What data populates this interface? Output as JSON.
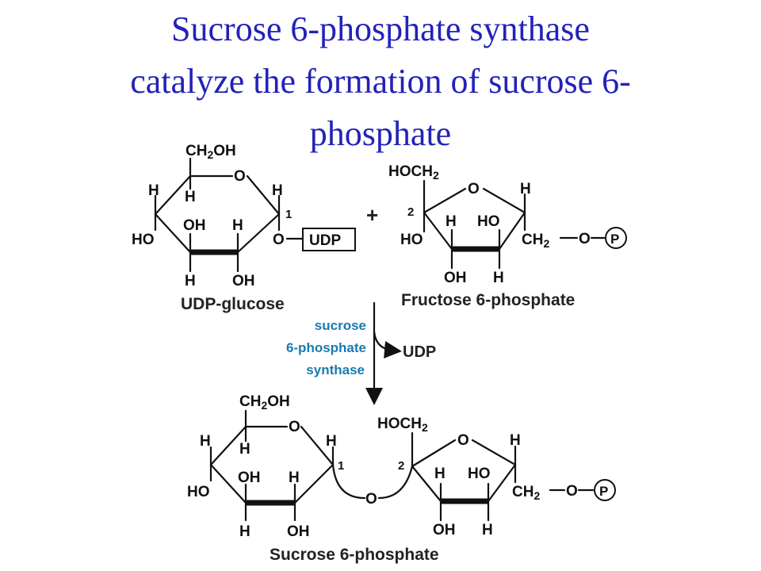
{
  "title_lines": [
    "Sucrose 6-phosphate synthase",
    "catalyze the formation of sucrose 6-",
    "phosphate"
  ],
  "colors": {
    "title": "#2222bb",
    "enzyme": "#1a7ab0",
    "structure": "#111111"
  },
  "udp_glucose": {
    "ch2oh": "CH",
    "ring_o": "O",
    "h_left": "H",
    "h_c5": "H",
    "h_c1": "H",
    "c1_num": "1",
    "ho_c4": "HO",
    "oh_c3": "OH",
    "h_c3": "H",
    "o_c1": "O",
    "udp_box": "UDP",
    "h_c4": "H",
    "oh_c2": "OH",
    "name": "UDP-glucose"
  },
  "plus": "+",
  "fructose_6p": {
    "hoch2": "HOCH",
    "ring_o": "O",
    "h_c5": "H",
    "c2_num": "2",
    "h_c3": "H",
    "ho_c4": "HO",
    "ho_c2": "HO",
    "ch2": "CH",
    "bridge_o": "O",
    "p": "P",
    "oh_c3": "OH",
    "h_c4": "H",
    "name": "Fructose 6-phosphate"
  },
  "enzyme": {
    "line1": "sucrose",
    "line2": "6-phosphate",
    "line3": "synthase",
    "byproduct": "UDP"
  },
  "sucrose_6p": {
    "glc": {
      "ch2oh": "CH",
      "ring_o": "O",
      "h_left": "H",
      "h_c5": "H",
      "h_c1": "H",
      "c1_num": "1",
      "ho_c4": "HO",
      "oh_c3": "OH",
      "h_c3": "H",
      "h_c4": "H",
      "oh_c2": "OH"
    },
    "glycosidic_o": "O",
    "fru": {
      "hoch2": "HOCH",
      "ring_o": "O",
      "h_c5": "H",
      "c2_num": "2",
      "h_c3": "H",
      "ho_c4": "HO",
      "ch2": "CH",
      "bridge_o": "O",
      "p": "P",
      "oh_c3": "OH",
      "h_c4": "H"
    },
    "name": "Sucrose 6-phosphate"
  }
}
